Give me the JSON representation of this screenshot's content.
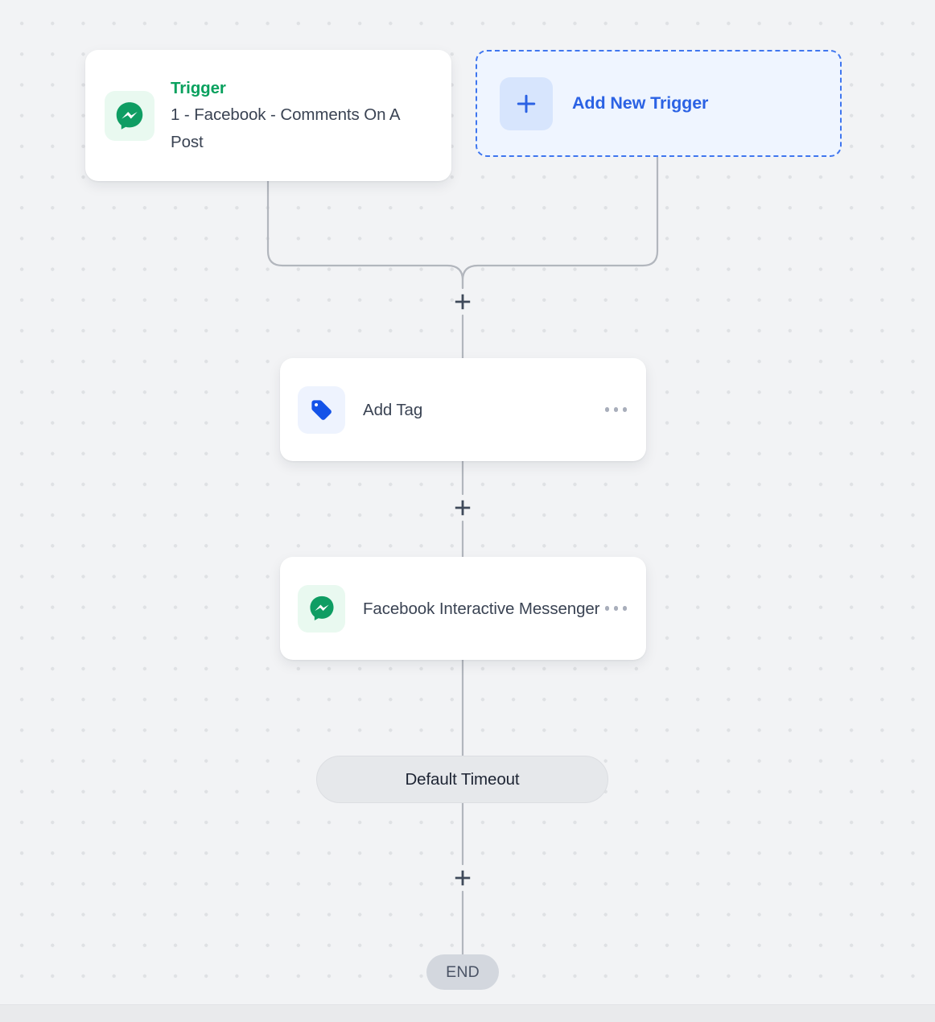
{
  "canvas": {
    "background_color": "#f2f3f5",
    "dot_color": "#dfe1e4",
    "connector_color": "#b2b6bd"
  },
  "trigger_card": {
    "kicker": "Trigger",
    "kicker_color": "#09a15e",
    "title": "1 - Facebook - Comments On A Post",
    "icon": "messenger-icon",
    "icon_color": "#0f9d63",
    "icon_tile_color": "#e9f9f0"
  },
  "add_new_trigger": {
    "label": "Add New Trigger",
    "icon": "plus-icon",
    "accent_color": "#2b62e4",
    "fill_color": "#eff5ff",
    "tile_color": "#d7e5fd"
  },
  "steps": [
    {
      "label": "Add Tag",
      "icon": "tag-icon",
      "icon_color": "#1453e8",
      "icon_tile_color": "#eef3fe",
      "menu_icon": "ellipsis-icon"
    },
    {
      "label": "Facebook Interactive Messenger",
      "icon": "messenger-icon",
      "icon_color": "#0f9d63",
      "icon_tile_color": "#e9f9f0",
      "menu_icon": "ellipsis-icon"
    }
  ],
  "timeout_pill": {
    "label": "Default Timeout"
  },
  "end_node": {
    "label": "END"
  },
  "connectors": {
    "add_step_icon": "plus-icon",
    "add_step_count": 3
  }
}
